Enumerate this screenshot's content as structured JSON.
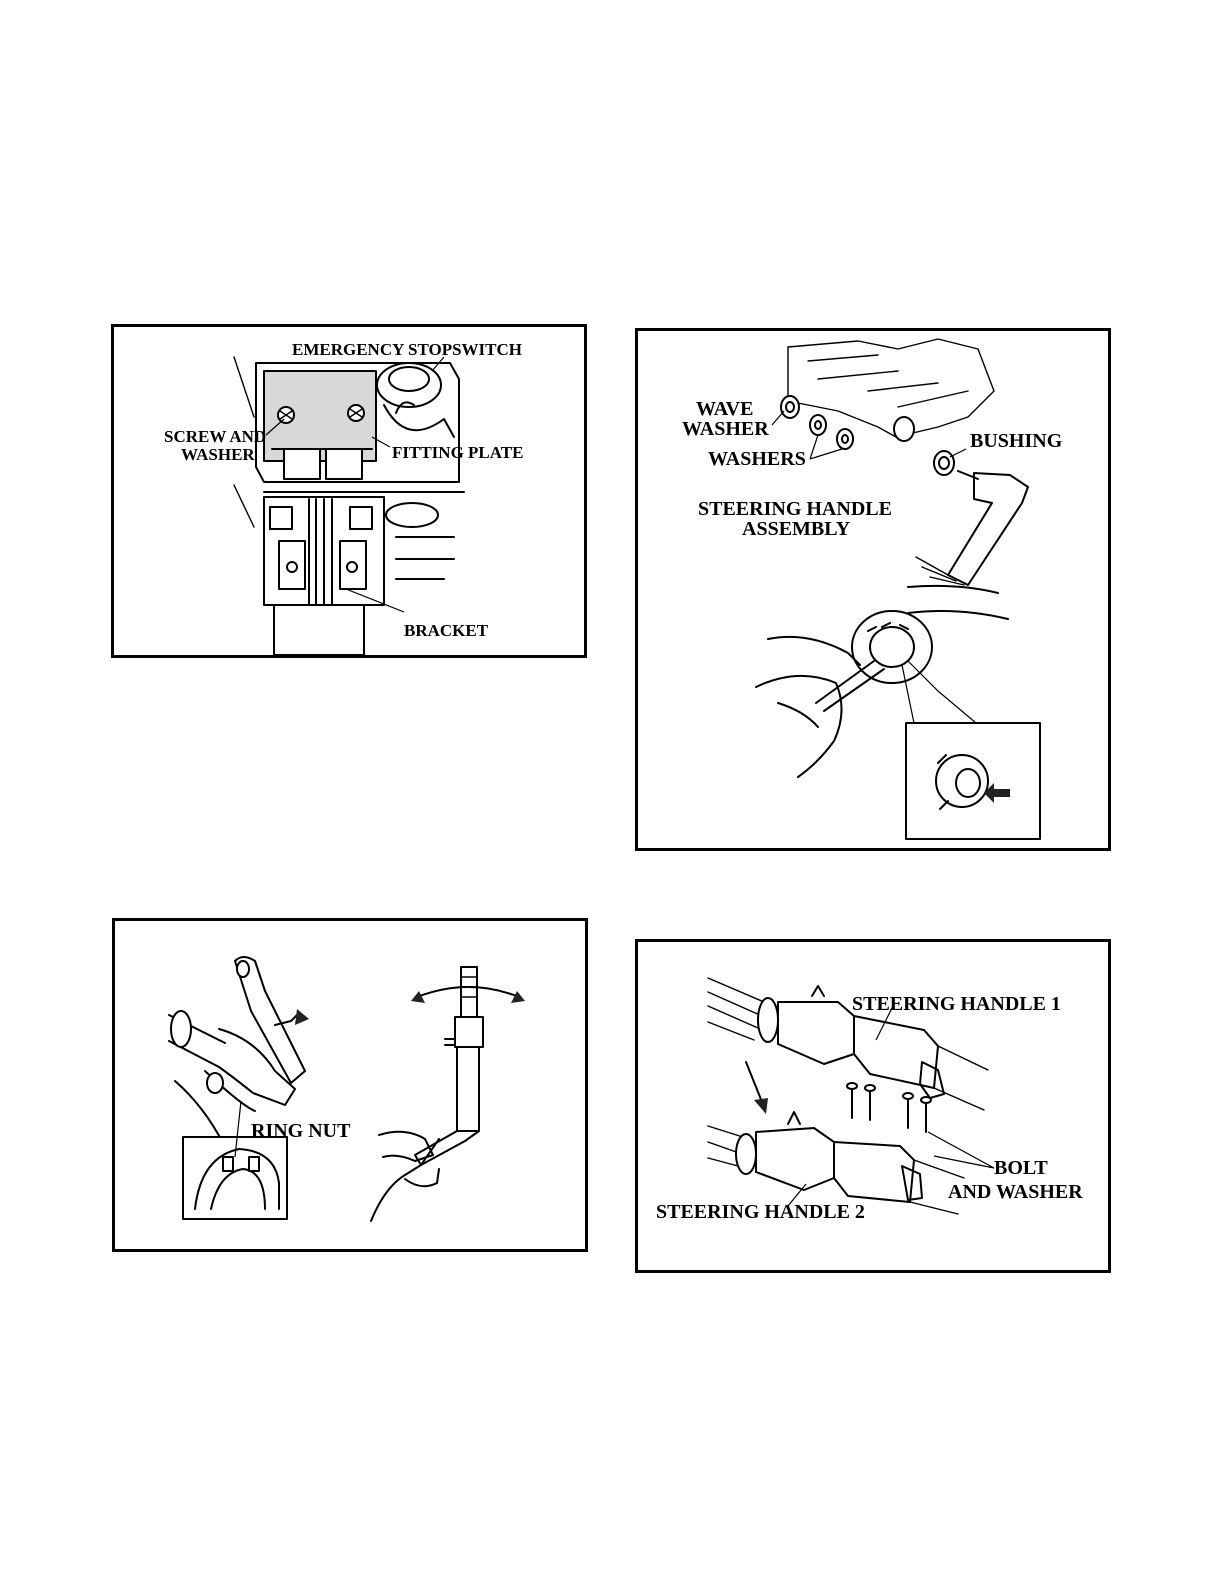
{
  "figures": [
    {
      "id": "fig-emergency-stop-switch",
      "labels": {
        "emergency": "EMERGENCY STOPSWITCH",
        "screw1": "SCREW AND",
        "screw2": "WASHER",
        "fitting": "FITTING PLATE",
        "bracket": "BRACKET"
      }
    },
    {
      "id": "fig-steering-handle-assembly",
      "labels": {
        "wave1": "WAVE",
        "wave2": "WASHER",
        "washers": "WASHERS",
        "bushing": "BUSHING",
        "steer1": "STEERING HANDLE",
        "steer2": "ASSEMBLY"
      }
    },
    {
      "id": "fig-ring-nut",
      "labels": {
        "ringnut": "RING NUT"
      }
    },
    {
      "id": "fig-steering-handles",
      "labels": {
        "sh1": "STEERING HANDLE 1",
        "bolt1": "BOLT",
        "bolt2": "AND WASHER",
        "sh2": "STEERING HANDLE 2"
      }
    }
  ]
}
